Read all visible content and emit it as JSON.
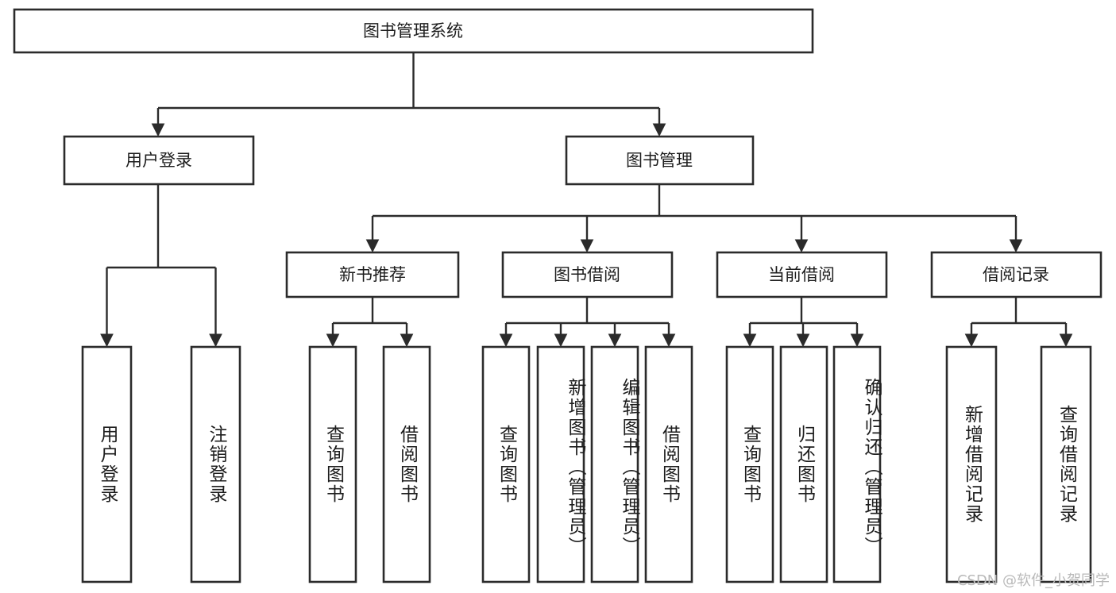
{
  "diagram": {
    "title": "图书管理系统",
    "watermark": "CSDN @软件_小贺同学",
    "colors": {
      "background": "#ffffff",
      "box_fill": "#ffffff",
      "box_stroke": "#2b2b2b",
      "text": "#1d1d1d",
      "watermark": "#b9b9b9"
    },
    "levels": {
      "root": {
        "label": "图书管理系统"
      },
      "level2": [
        {
          "id": "user-login",
          "label": "用户登录"
        },
        {
          "id": "book-management",
          "label": "图书管理"
        }
      ],
      "level3": [
        {
          "id": "new-book-recommend",
          "label": "新书推荐",
          "parent": "book-management"
        },
        {
          "id": "book-borrow",
          "label": "图书借阅",
          "parent": "book-management"
        },
        {
          "id": "current-borrow",
          "label": "当前借阅",
          "parent": "book-management"
        },
        {
          "id": "borrow-record",
          "label": "借阅记录",
          "parent": "book-management"
        }
      ],
      "leaves": [
        {
          "id": "leaf-user-login",
          "label": "用户登录",
          "parent": "user-login"
        },
        {
          "id": "leaf-logout",
          "label": "注销登录",
          "parent": "user-login"
        },
        {
          "id": "leaf-query-book-1",
          "label": "查询图书",
          "parent": "new-book-recommend"
        },
        {
          "id": "leaf-borrow-book-1",
          "label": "借阅图书",
          "parent": "new-book-recommend"
        },
        {
          "id": "leaf-query-book-2",
          "label": "查询图书",
          "parent": "book-borrow"
        },
        {
          "id": "leaf-add-book",
          "label": "新增图书（管理员）",
          "parent": "book-borrow"
        },
        {
          "id": "leaf-edit-book",
          "label": "编辑图书（管理员）",
          "parent": "book-borrow"
        },
        {
          "id": "leaf-borrow-book-2",
          "label": "借阅图书",
          "parent": "book-borrow"
        },
        {
          "id": "leaf-query-book-3",
          "label": "查询图书",
          "parent": "current-borrow"
        },
        {
          "id": "leaf-return-book",
          "label": "归还图书",
          "parent": "current-borrow"
        },
        {
          "id": "leaf-confirm-return",
          "label": "确认归还（管理员）",
          "parent": "current-borrow"
        },
        {
          "id": "leaf-add-record",
          "label": "新增借阅记录",
          "parent": "borrow-record"
        },
        {
          "id": "leaf-query-record",
          "label": "查询借阅记录",
          "parent": "borrow-record"
        }
      ]
    }
  }
}
